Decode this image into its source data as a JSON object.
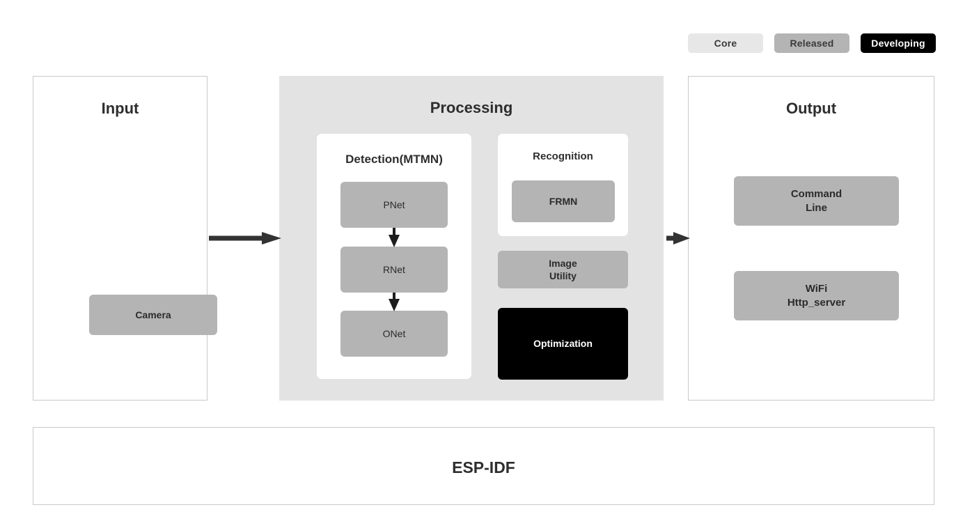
{
  "legend": {
    "items": [
      {
        "label": "Core",
        "color": "#e7e7e7",
        "text_color": "#3a3a3a"
      },
      {
        "label": "Released",
        "color": "#b4b4b4",
        "text_color": "#3a3a3a"
      },
      {
        "label": "Developing",
        "color": "#000000",
        "text_color": "#ffffff"
      }
    ]
  },
  "panels": {
    "input": {
      "title": "Input",
      "nodes": [
        {
          "label": "Camera",
          "status": "Released"
        }
      ]
    },
    "processing": {
      "title": "Processing",
      "detection": {
        "title": "Detection(MTMN)",
        "nodes": [
          {
            "label": "PNet",
            "status": "Released"
          },
          {
            "label": "RNet",
            "status": "Released"
          },
          {
            "label": "ONet",
            "status": "Released"
          }
        ]
      },
      "recognition": {
        "title": "Recognition",
        "nodes": [
          {
            "label": "FRMN",
            "status": "Released"
          }
        ]
      },
      "standalone_nodes": [
        {
          "label": "Image\nUtility",
          "status": "Released"
        },
        {
          "label": "Optimization",
          "status": "Developing"
        }
      ]
    },
    "output": {
      "title": "Output",
      "nodes": [
        {
          "label": "Command\nLine",
          "status": "Released"
        },
        {
          "label": "WiFi\nHttp_server",
          "status": "Released"
        }
      ]
    },
    "foundation": {
      "label": "ESP-IDF",
      "status": "Core"
    }
  },
  "arrows": [
    {
      "name": "input-to-processing",
      "direction": "right"
    },
    {
      "name": "processing-to-output",
      "direction": "right"
    },
    {
      "name": "pnet-to-rnet",
      "direction": "down"
    },
    {
      "name": "rnet-to-onet",
      "direction": "down"
    }
  ],
  "colors": {
    "core": "#e7e7e7",
    "released": "#b4b4b4",
    "developing": "#000000",
    "processing_background": "#e3e3e3",
    "panel_border": "#c9c9c9",
    "arrow": "#333333",
    "text_dark": "#2b2b2b",
    "background": "#ffffff"
  }
}
